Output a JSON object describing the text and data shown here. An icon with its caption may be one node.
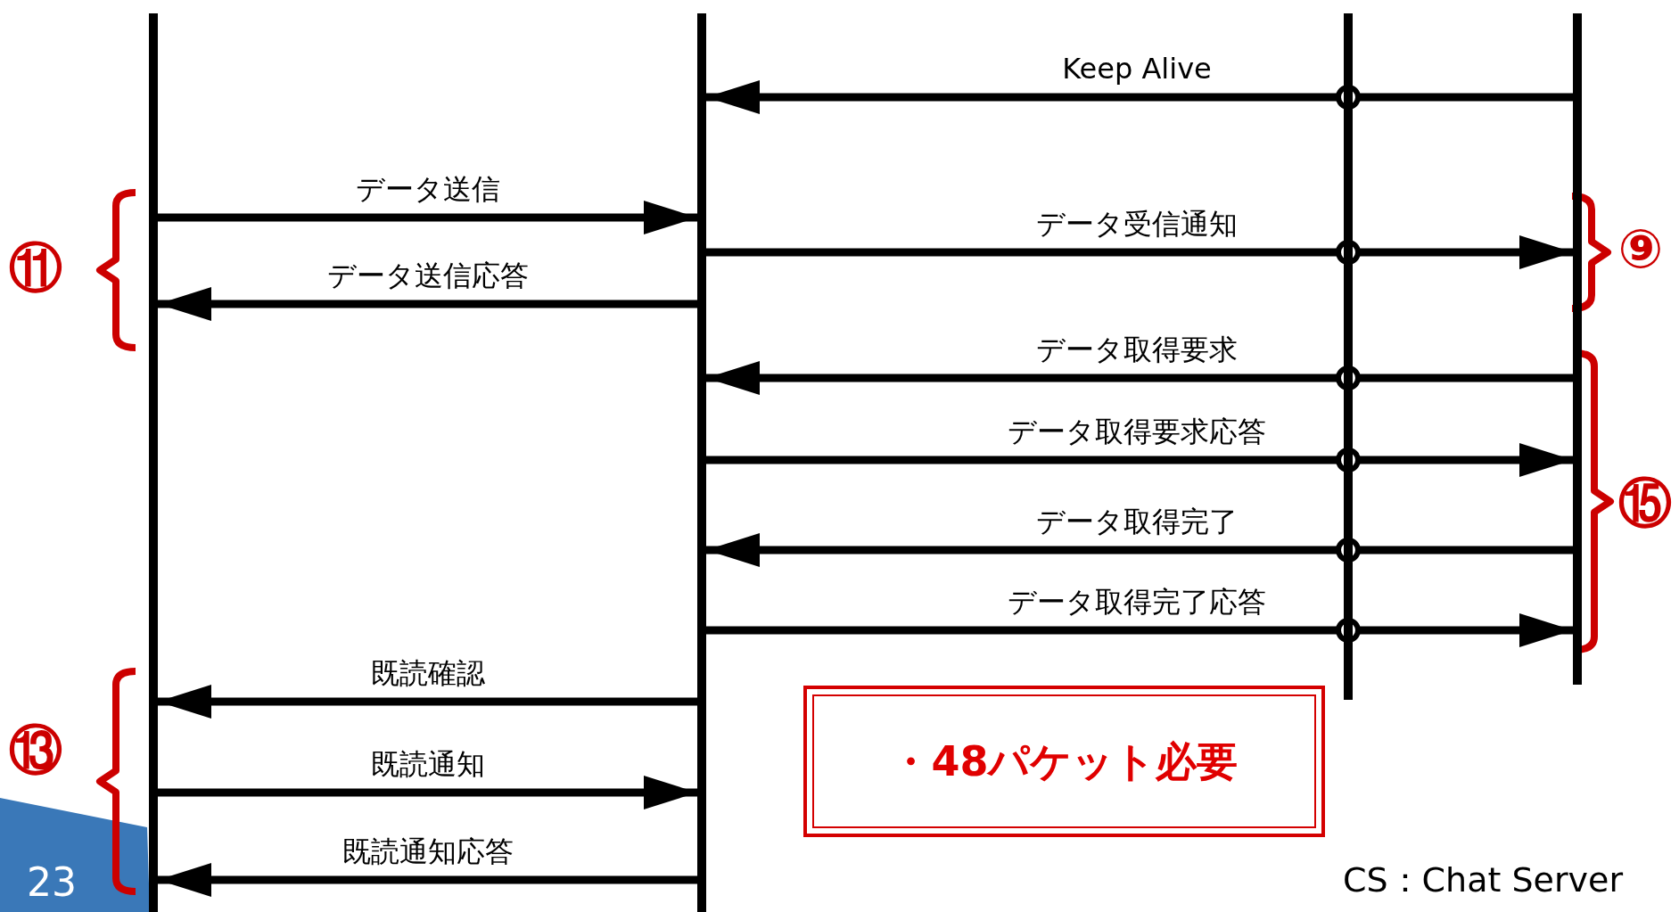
{
  "diagram": {
    "nodes": [
      {
        "text": [],
        "shape": "bar"
      },
      {
        "text": [],
        "shape": "bar"
      },
      {
        "text": [],
        "shape": "bar"
      },
      {
        "text": [],
        "shape": "bar"
      },
      {
        "text": [
          "・48パケット必要"
        ]
      }
    ],
    "edges": [
      {
        "from": 3,
        "to": 1,
        "arrow": "to",
        "label": "Keep Alive"
      },
      {
        "from": 0,
        "to": 1,
        "arrow": "to",
        "label": "データ送信"
      },
      {
        "from": 1,
        "to": 3,
        "arrow": "to",
        "label": "データ受信通知"
      },
      {
        "from": 1,
        "to": 0,
        "arrow": "to",
        "label": "データ送信応答"
      },
      {
        "from": 3,
        "to": 1,
        "arrow": "to",
        "label": "データ取得要求"
      },
      {
        "from": 1,
        "to": 3,
        "arrow": "to",
        "label": "データ取得要求応答"
      },
      {
        "from": 3,
        "to": 1,
        "arrow": "to",
        "label": "データ取得完了"
      },
      {
        "from": 1,
        "to": 3,
        "arrow": "to",
        "label": "データ取得完了応答"
      },
      {
        "from": 1,
        "to": 0,
        "arrow": "to",
        "label": "既読確認"
      },
      {
        "from": 0,
        "to": 1,
        "arrow": "to",
        "label": "既読通知"
      },
      {
        "from": 1,
        "to": 0,
        "arrow": "to",
        "label": "既読通知応答"
      }
    ],
    "labels": [
      "⑨",
      "⑪",
      "⑮",
      "⑬",
      "23",
      "CS：Chat Server"
    ]
  }
}
